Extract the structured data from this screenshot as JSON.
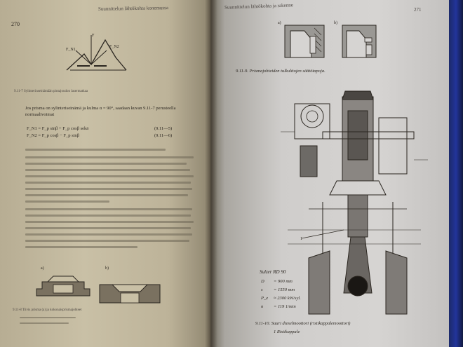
{
  "left_page": {
    "header": "Suunnittelun lähtökohta konemussa",
    "page_number": "270",
    "figure_caption": "9.11-7 Sylinterinseinämään pintajoudon lasermatkaa",
    "intro": "Jos prisma on sylinteriseinämä ja kulma α = 90°, saadaan kuvan 9.11-7 perusteella normaalivoimat",
    "eq1": "F_N1 = F_p sinβ + F_p cosβ sekä",
    "eq1_number": "(9.11—5)",
    "eq2": "F_N2 = F_p cosβ − F_p sinβ",
    "eq2_number": "(9.11—6)",
    "fig_left_caption": "9.11-8 Tiivis prisma (a) ja kokonaisprismajohteet",
    "labels": {
      "F": "F",
      "FN1": "F_N1",
      "FN2": "F_N2",
      "a": "a)",
      "b": "b)"
    }
  },
  "right_page": {
    "header": "Suunnittelun lähtökohta ja rakenne",
    "page_number": "271",
    "fig9_caption": "9.11-9. Prismajohteiden tulkulttojen säätötapoja.",
    "label_a": "a)",
    "label_b": "b)",
    "engine_title": "Sulzer RD 90",
    "specs": [
      {
        "k": "D",
        "v": "=  900 mm"
      },
      {
        "k": "s",
        "v": "= 1550 mm"
      },
      {
        "k": "P_e",
        "v": "≈ 2300 kW/syl."
      },
      {
        "k": "n",
        "v": "= 119 1/min"
      }
    ],
    "fig10_caption": "9.11-10. Suuri dieselmoottori (ristikappalemoottori)",
    "fig10_sub": "1  Ristikappale",
    "pointer_label": "1"
  }
}
